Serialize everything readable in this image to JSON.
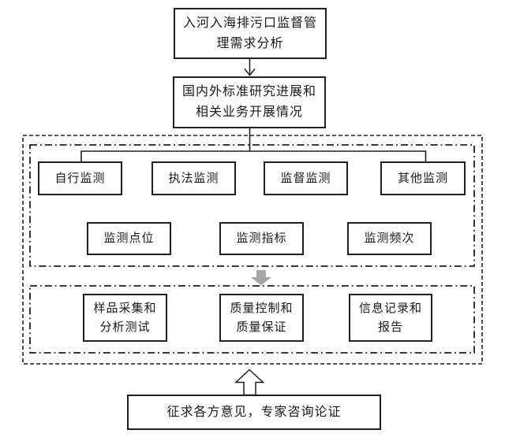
{
  "diagram": {
    "top_box": {
      "line1": "入河入海排污口监督管",
      "line2": "理需求分析"
    },
    "standards_box": {
      "line1": "国内外标准研究进展和",
      "line2": "相关业务开展情况"
    },
    "monitoring_type_boxes": [
      {
        "label": "自行监测"
      },
      {
        "label": "执法监测"
      },
      {
        "label": "监督监测"
      },
      {
        "label": "其他监测"
      }
    ],
    "monitoring_element_boxes": [
      {
        "label": "监测点位"
      },
      {
        "label": "监测指标"
      },
      {
        "label": "监测频次"
      }
    ],
    "quality_boxes": [
      {
        "line1": "样品采集和",
        "line2": "分析测试"
      },
      {
        "line1": "质量控制和",
        "line2": "质量保证"
      },
      {
        "line1": "信息记录和",
        "line2": "报告"
      }
    ],
    "bottom_box": {
      "label": "征求各方意见，专家咨询论证"
    },
    "colors": {
      "line": "#1f1f1f",
      "gray_arrow": "#a6a6a6",
      "box_background": "#ffffff",
      "page_background": "#ffffff"
    }
  }
}
